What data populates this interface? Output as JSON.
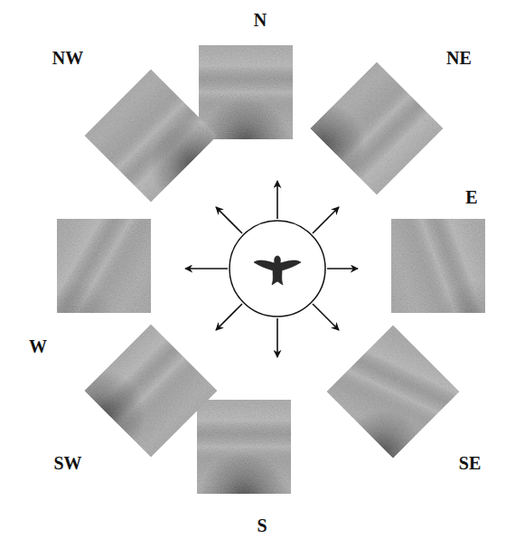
{
  "diagram": {
    "labels": [
      "N",
      "NE",
      "E",
      "SE",
      "S",
      "SW",
      "W",
      "NW"
    ]
  }
}
